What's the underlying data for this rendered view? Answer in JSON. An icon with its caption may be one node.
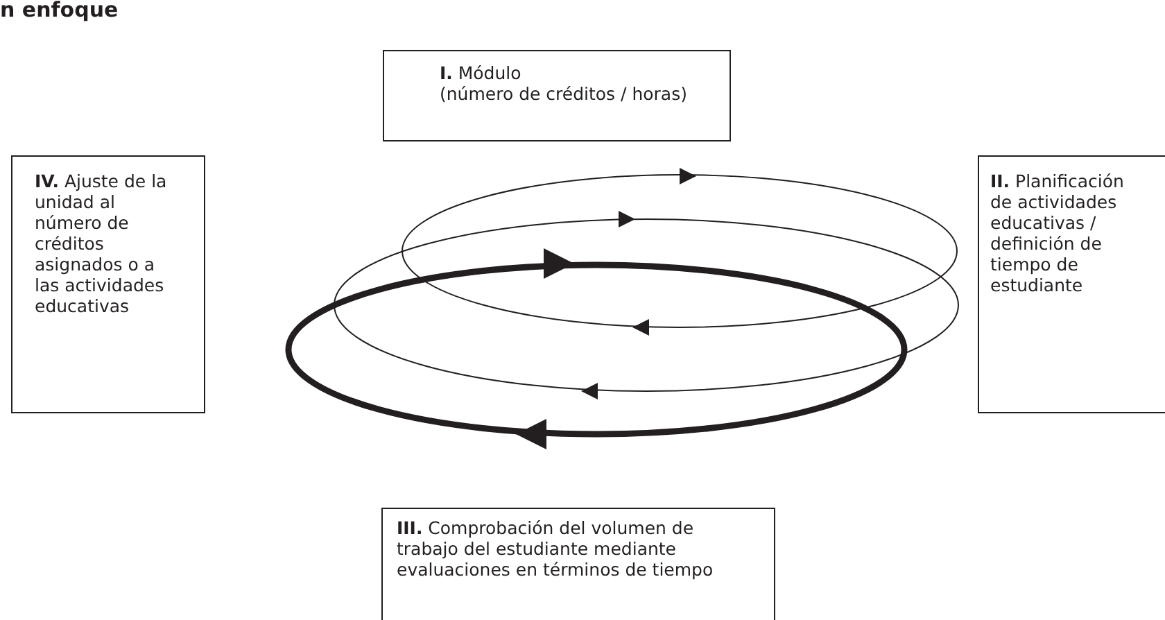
{
  "diagram": {
    "title": "n enfoque",
    "nodes": [
      {
        "text": [
          "**I.** Módulo",
          "(número de créditos / horas)"
        ]
      },
      {
        "text": [
          "**IV.** Ajuste de la unidad al número de créditos asignados o a las actividades educativas"
        ]
      },
      {
        "text": [
          "**II.** Planificación de actividades educativas / definición de tiempo de estudiante"
        ]
      },
      {
        "text": [
          "**III.** Comprobación del volumen de trabajo del estudiante mediante evaluaciones en términos de tiempo"
        ]
      }
    ]
  }
}
